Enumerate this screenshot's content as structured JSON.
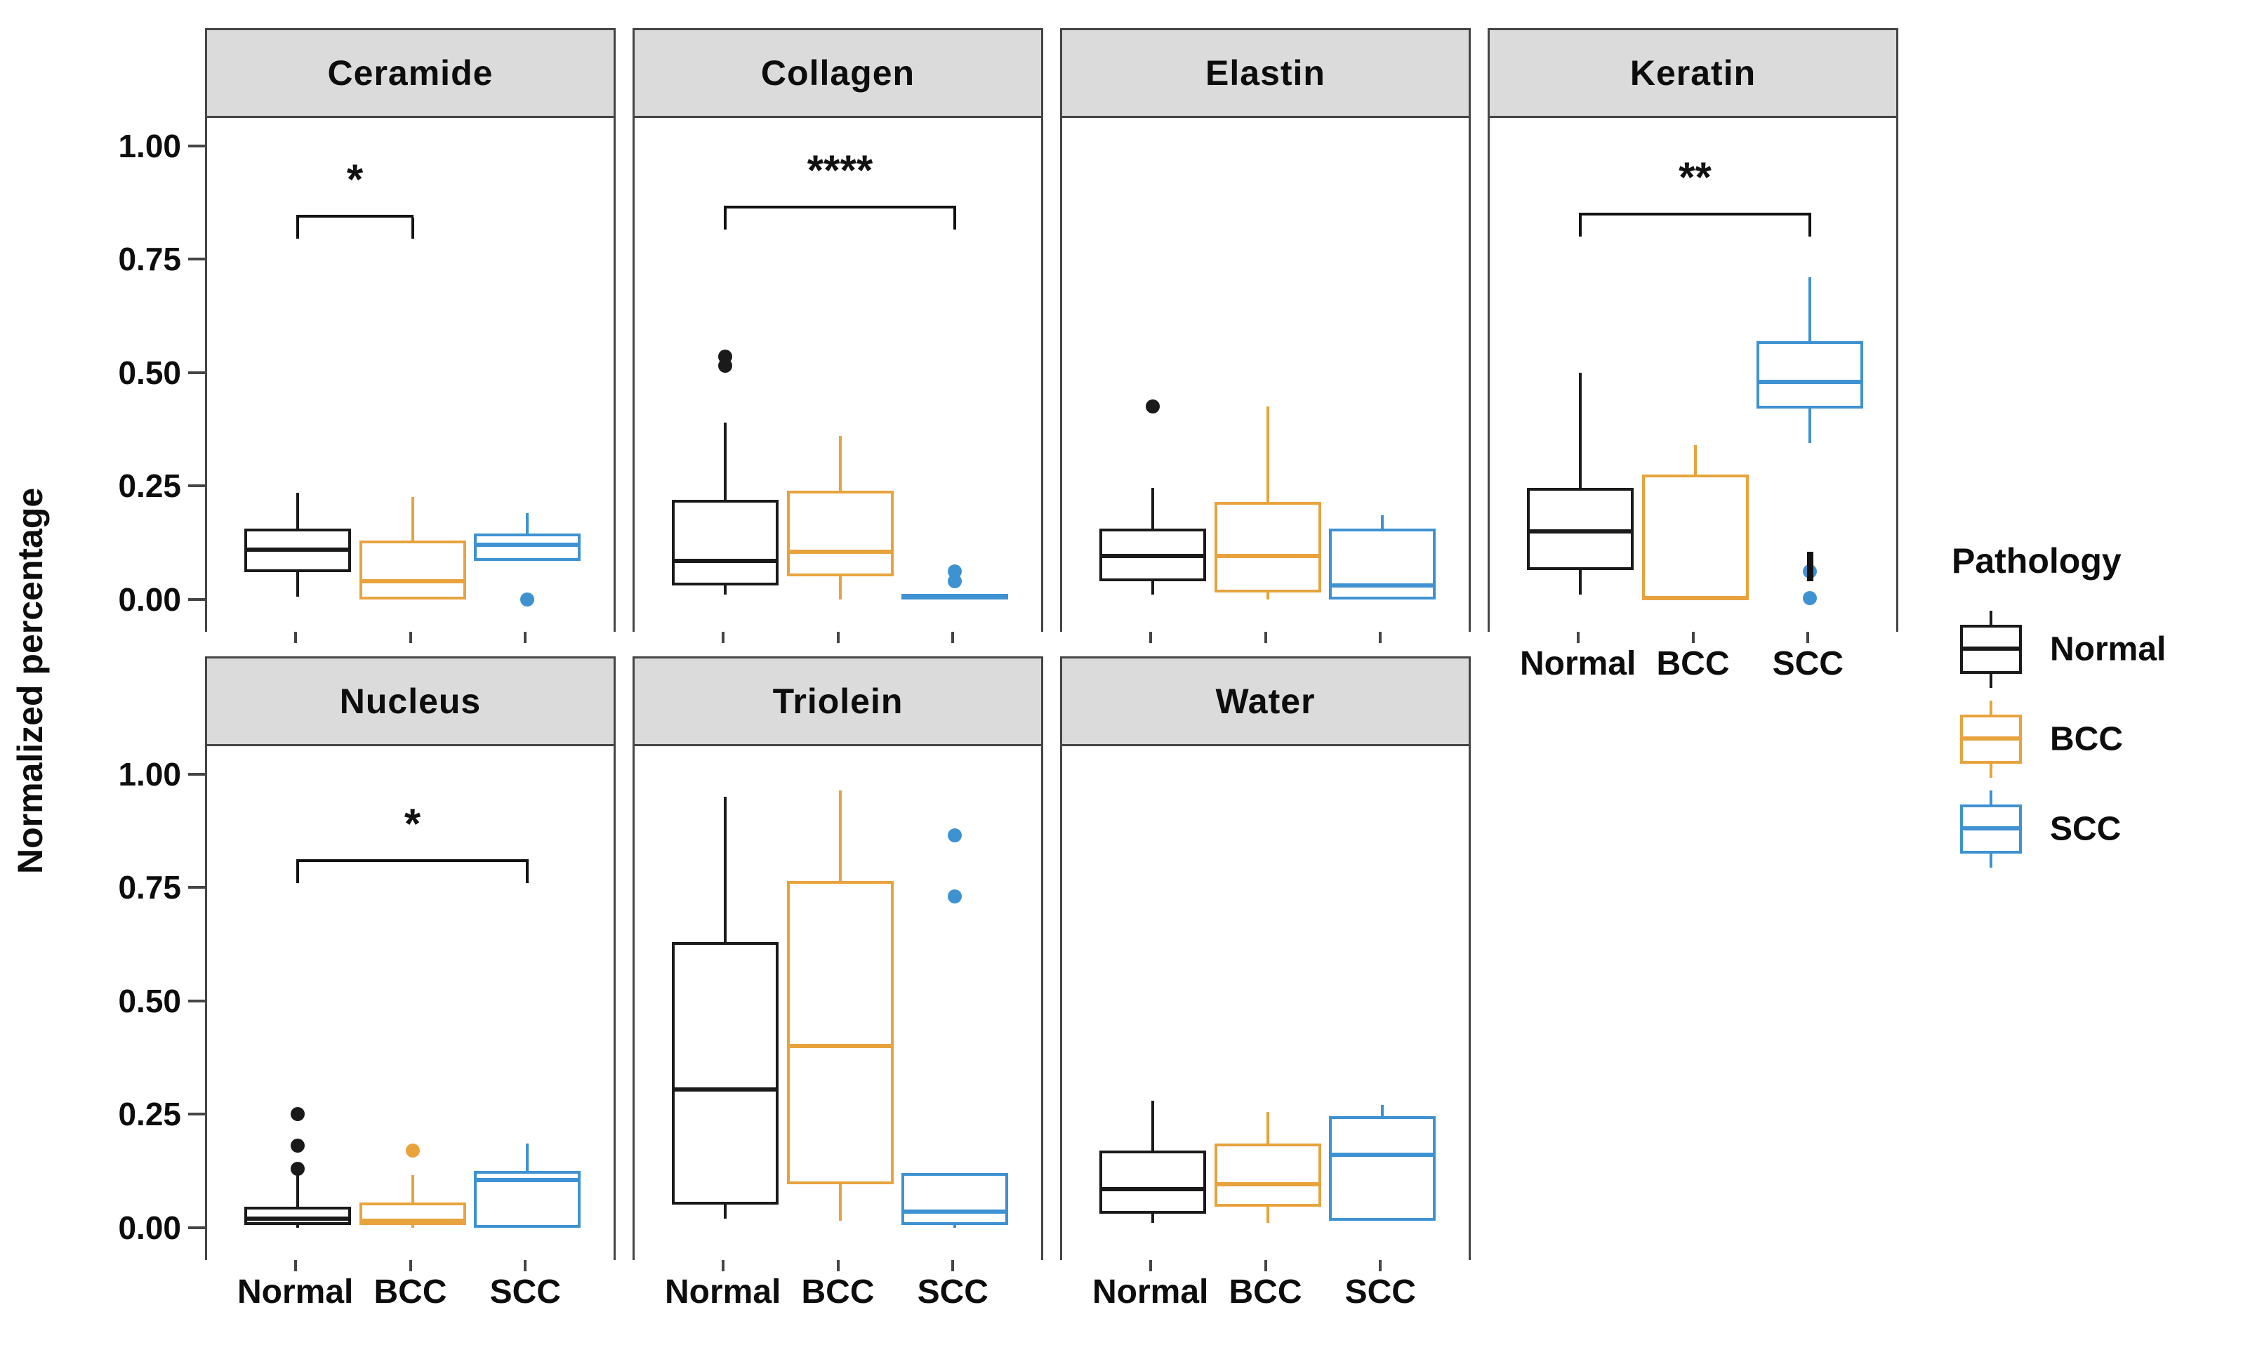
{
  "figure": {
    "y_axis_title": "Normalized percentage",
    "y_ticks": [
      {
        "label": "1.00",
        "value": 1.0
      },
      {
        "label": "0.75",
        "value": 0.75
      },
      {
        "label": "0.50",
        "value": 0.5
      },
      {
        "label": "0.25",
        "value": 0.25
      },
      {
        "label": "0.00",
        "value": 0.0
      }
    ],
    "x_categories": [
      "Normal",
      "BCC",
      "SCC"
    ],
    "colors": {
      "normal": "#1a1a1a",
      "bcc": "#e8a33d",
      "scc": "#3f92d2",
      "panel_header_bg": "#dbdbdb",
      "panel_border": "#454545"
    },
    "legend": {
      "title": "Pathology",
      "items": [
        {
          "label": "Normal",
          "color": "#1a1a1a"
        },
        {
          "label": "BCC",
          "color": "#e8a33d"
        },
        {
          "label": "SCC",
          "color": "#3f92d2"
        }
      ]
    }
  },
  "chart_data": [
    {
      "type": "boxplot",
      "title": "Ceramide",
      "row": 0,
      "col": 0,
      "y_domain": [
        -0.072,
        1.062
      ],
      "significance": {
        "from": "Normal",
        "to": "BCC",
        "label": "*",
        "bar_y": 0.845
      },
      "boxes": [
        {
          "group": "Normal",
          "color": "#1a1a1a",
          "whisker_low": 0.005,
          "q1": 0.06,
          "median": 0.11,
          "q3": 0.155,
          "whisker_high": 0.235,
          "outliers": []
        },
        {
          "group": "BCC",
          "color": "#e8a33d",
          "whisker_low": 0.0,
          "q1": 0.0,
          "median": 0.04,
          "q3": 0.13,
          "whisker_high": 0.225,
          "outliers": []
        },
        {
          "group": "SCC",
          "color": "#3f92d2",
          "whisker_low": 0.085,
          "q1": 0.085,
          "median": 0.12,
          "q3": 0.145,
          "whisker_high": 0.19,
          "outliers": [
            0.0
          ]
        }
      ]
    },
    {
      "type": "boxplot",
      "title": "Collagen",
      "row": 0,
      "col": 1,
      "y_domain": [
        -0.072,
        1.062
      ],
      "significance": {
        "from": "Normal",
        "to": "SCC",
        "label": "****",
        "bar_y": 0.865
      },
      "boxes": [
        {
          "group": "Normal",
          "color": "#1a1a1a",
          "whisker_low": 0.01,
          "q1": 0.03,
          "median": 0.085,
          "q3": 0.22,
          "whisker_high": 0.39,
          "outliers": [
            0.515,
            0.535
          ]
        },
        {
          "group": "BCC",
          "color": "#e8a33d",
          "whisker_low": 0.0,
          "q1": 0.05,
          "median": 0.105,
          "q3": 0.24,
          "whisker_high": 0.36,
          "outliers": []
        },
        {
          "group": "SCC",
          "color": "#3f92d2",
          "whisker_low": 0.0,
          "q1": 0.0,
          "median": 0.005,
          "q3": 0.012,
          "whisker_high": 0.012,
          "outliers": [
            0.04,
            0.062
          ]
        }
      ]
    },
    {
      "type": "boxplot",
      "title": "Elastin",
      "row": 0,
      "col": 2,
      "y_domain": [
        -0.072,
        1.062
      ],
      "significance": null,
      "boxes": [
        {
          "group": "Normal",
          "color": "#1a1a1a",
          "whisker_low": 0.01,
          "q1": 0.04,
          "median": 0.095,
          "q3": 0.155,
          "whisker_high": 0.245,
          "outliers": [
            0.425
          ]
        },
        {
          "group": "BCC",
          "color": "#e8a33d",
          "whisker_low": 0.0,
          "q1": 0.015,
          "median": 0.095,
          "q3": 0.215,
          "whisker_high": 0.425,
          "outliers": []
        },
        {
          "group": "SCC",
          "color": "#3f92d2",
          "whisker_low": 0.0,
          "q1": 0.0,
          "median": 0.03,
          "q3": 0.155,
          "whisker_high": 0.185,
          "outliers": []
        }
      ]
    },
    {
      "type": "boxplot",
      "title": "Keratin",
      "row": 0,
      "col": 3,
      "y_domain": [
        -0.072,
        1.062
      ],
      "significance": {
        "from": "Normal",
        "to": "SCC",
        "label": "**",
        "bar_y": 0.85
      },
      "boxes": [
        {
          "group": "Normal",
          "color": "#1a1a1a",
          "whisker_low": 0.01,
          "q1": 0.065,
          "median": 0.15,
          "q3": 0.245,
          "whisker_high": 0.5,
          "outliers": []
        },
        {
          "group": "BCC",
          "color": "#e8a33d",
          "whisker_low": 0.0,
          "q1": 0.0,
          "median": 0.003,
          "q3": 0.275,
          "whisker_high": 0.34,
          "outliers": []
        },
        {
          "group": "SCC",
          "color": "#3f92d2",
          "whisker_low": 0.345,
          "q1": 0.42,
          "median": 0.48,
          "q3": 0.57,
          "whisker_high": 0.71,
          "outliers": [
            0.003,
            0.062
          ],
          "black_bar": {
            "from": 0.04,
            "to": 0.105
          }
        }
      ]
    },
    {
      "type": "boxplot",
      "title": "Nucleus",
      "row": 1,
      "col": 0,
      "y_domain": [
        -0.072,
        1.062
      ],
      "significance": {
        "from": "Normal",
        "to": "SCC",
        "label": "*",
        "bar_y": 0.81
      },
      "boxes": [
        {
          "group": "Normal",
          "color": "#1a1a1a",
          "whisker_low": 0.0,
          "q1": 0.005,
          "median": 0.02,
          "q3": 0.045,
          "whisker_high": 0.115,
          "outliers": [
            0.13,
            0.18,
            0.25
          ]
        },
        {
          "group": "BCC",
          "color": "#e8a33d",
          "whisker_low": 0.0,
          "q1": 0.005,
          "median": 0.015,
          "q3": 0.055,
          "whisker_high": 0.115,
          "outliers": [
            0.17
          ]
        },
        {
          "group": "SCC",
          "color": "#3f92d2",
          "whisker_low": 0.0,
          "q1": 0.0,
          "median": 0.105,
          "q3": 0.125,
          "whisker_high": 0.185,
          "outliers": []
        }
      ]
    },
    {
      "type": "boxplot",
      "title": "Triolein",
      "row": 1,
      "col": 1,
      "y_domain": [
        -0.072,
        1.062
      ],
      "significance": null,
      "boxes": [
        {
          "group": "Normal",
          "color": "#1a1a1a",
          "whisker_low": 0.02,
          "q1": 0.05,
          "median": 0.305,
          "q3": 0.63,
          "whisker_high": 0.95,
          "outliers": []
        },
        {
          "group": "BCC",
          "color": "#e8a33d",
          "whisker_low": 0.015,
          "q1": 0.095,
          "median": 0.4,
          "q3": 0.765,
          "whisker_high": 0.965,
          "outliers": []
        },
        {
          "group": "SCC",
          "color": "#3f92d2",
          "whisker_low": 0.0,
          "q1": 0.005,
          "median": 0.035,
          "q3": 0.12,
          "whisker_high": 0.12,
          "outliers": [
            0.73,
            0.865
          ]
        }
      ]
    },
    {
      "type": "boxplot",
      "title": "Water",
      "row": 1,
      "col": 2,
      "y_domain": [
        -0.072,
        1.062
      ],
      "significance": null,
      "boxes": [
        {
          "group": "Normal",
          "color": "#1a1a1a",
          "whisker_low": 0.01,
          "q1": 0.03,
          "median": 0.085,
          "q3": 0.17,
          "whisker_high": 0.28,
          "outliers": []
        },
        {
          "group": "BCC",
          "color": "#e8a33d",
          "whisker_low": 0.01,
          "q1": 0.045,
          "median": 0.095,
          "q3": 0.185,
          "whisker_high": 0.255,
          "outliers": []
        },
        {
          "group": "SCC",
          "color": "#3f92d2",
          "whisker_low": 0.015,
          "q1": 0.015,
          "median": 0.16,
          "q3": 0.245,
          "whisker_high": 0.27,
          "outliers": []
        }
      ]
    }
  ]
}
